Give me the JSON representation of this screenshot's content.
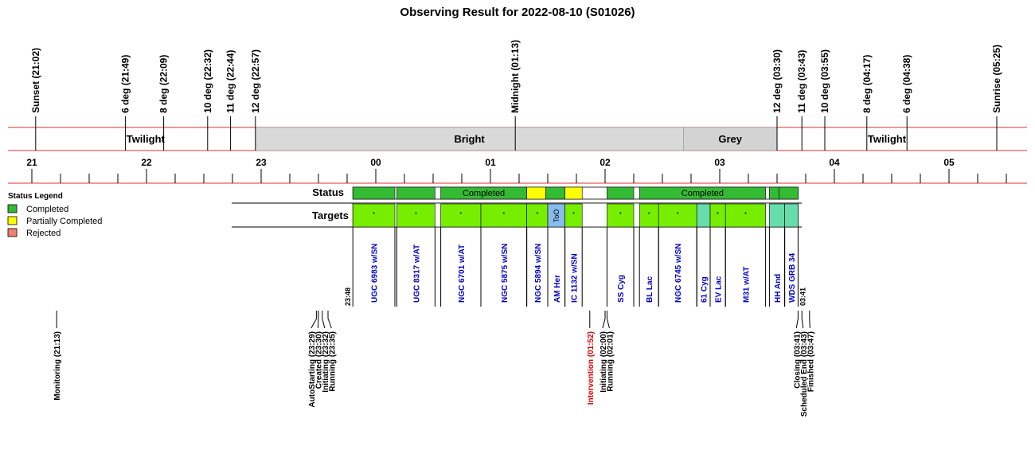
{
  "title": "Observing Result for 2022-08-10 (S01026)",
  "twilight_events": [
    {
      "label": "Sunset (21:02)",
      "t": "21:02"
    },
    {
      "label": "6 deg (21:49)",
      "t": "21:49"
    },
    {
      "label": "8 deg (22:09)",
      "t": "22:09"
    },
    {
      "label": "10 deg (22:32)",
      "t": "22:32"
    },
    {
      "label": "11 deg (22:44)",
      "t": "22:44"
    },
    {
      "label": "12 deg (22:57)",
      "t": "22:57"
    },
    {
      "label": "Midnight (01:13)",
      "t": "01:13"
    },
    {
      "label": "12 deg (03:30)",
      "t": "03:30"
    },
    {
      "label": "11 deg (03:43)",
      "t": "03:43"
    },
    {
      "label": "10 deg (03:55)",
      "t": "03:55"
    },
    {
      "label": "8 deg (04:17)",
      "t": "04:17"
    },
    {
      "label": "6 deg (04:38)",
      "t": "04:38"
    },
    {
      "label": "Sunrise (05:25)",
      "t": "05:25"
    }
  ],
  "phases": [
    {
      "label": "Twilight",
      "start": "21:02",
      "end": "22:57",
      "fill": "#ffffff"
    },
    {
      "label": "Bright",
      "start": "22:57",
      "end": "02:41",
      "fill": "#d9d9d9"
    },
    {
      "label": "Grey",
      "start": "02:41",
      "end": "03:30",
      "fill": "#d3d3d3"
    },
    {
      "label": "Twilight",
      "start": "03:30",
      "end": "05:25",
      "fill": "#ffffff"
    }
  ],
  "hour_labels": [
    "21",
    "22",
    "23",
    "00",
    "01",
    "02",
    "03",
    "04",
    "05"
  ],
  "legend": {
    "title": "Status Legend",
    "items": [
      {
        "label": "Completed",
        "color": "#33bb33"
      },
      {
        "label": "Partially Completed",
        "color": "#ffff00"
      },
      {
        "label": "Rejected",
        "color": "#f08070"
      }
    ]
  },
  "row_labels": {
    "status": "Status",
    "targets": "Targets"
  },
  "status_segments": [
    {
      "start": "23:48",
      "end": "00:10",
      "color": "#33bb33",
      "label": ""
    },
    {
      "start": "00:11",
      "end": "00:31",
      "color": "#33bb33",
      "label": ""
    },
    {
      "start": "00:34",
      "end": "01:19",
      "color": "#33bb33",
      "label": "Completed"
    },
    {
      "start": "01:19",
      "end": "01:29",
      "color": "#ffff00",
      "label": ""
    },
    {
      "start": "01:29",
      "end": "01:39",
      "color": "#33bb33",
      "label": ""
    },
    {
      "start": "01:39",
      "end": "01:48",
      "color": "#ffff00",
      "label": ""
    },
    {
      "start": "02:01",
      "end": "02:15",
      "color": "#33bb33",
      "label": ""
    },
    {
      "start": "02:18",
      "end": "03:24",
      "color": "#33bb33",
      "label": "Completed"
    },
    {
      "start": "03:26",
      "end": "03:31",
      "color": "#33bb33",
      "label": ""
    },
    {
      "start": "03:31",
      "end": "03:41",
      "color": "#33bb33",
      "label": ""
    }
  ],
  "targets": [
    {
      "name": "UGC 6983 w/SN",
      "start": "23:48",
      "end": "00:10",
      "color": "#77ee00",
      "mark": "*"
    },
    {
      "name": "UGC 8317 w/AT",
      "start": "00:11",
      "end": "00:31",
      "color": "#77ee00",
      "mark": "*"
    },
    {
      "name": "NGC 6701 w/AT",
      "start": "00:34",
      "end": "00:55",
      "color": "#77ee00",
      "mark": "*"
    },
    {
      "name": "NGC 5875 w/SN",
      "start": "00:55",
      "end": "01:19",
      "color": "#77ee00",
      "mark": "*"
    },
    {
      "name": "NGC 5894 w/SN",
      "start": "01:19",
      "end": "01:30",
      "color": "#77ee00",
      "mark": "*"
    },
    {
      "name": "AM Her",
      "start": "01:30",
      "end": "01:39",
      "color": "#88bbee",
      "mark": "ToO"
    },
    {
      "name": "IC 1132 w/SN",
      "start": "01:39",
      "end": "01:48",
      "color": "#77ee00",
      "mark": "*"
    },
    {
      "name": "SS Cyg",
      "start": "02:01",
      "end": "02:15",
      "color": "#77ee00",
      "mark": "*"
    },
    {
      "name": "BL Lac",
      "start": "02:18",
      "end": "02:28",
      "color": "#77ee00",
      "mark": "*"
    },
    {
      "name": "NGC 6745 w/SN",
      "start": "02:28",
      "end": "02:48",
      "color": "#77ee00",
      "mark": "*"
    },
    {
      "name": "61 Cyg",
      "start": "02:48",
      "end": "02:55",
      "color": "#66ddaa",
      "mark": ""
    },
    {
      "name": "EV Lac",
      "start": "02:55",
      "end": "03:03",
      "color": "#77ee00",
      "mark": "*"
    },
    {
      "name": "M31 w/AT",
      "start": "03:03",
      "end": "03:24",
      "color": "#77ee00",
      "mark": "*"
    },
    {
      "name": "HH And",
      "start": "03:26",
      "end": "03:34",
      "color": "#66ddaa",
      "mark": ""
    },
    {
      "name": "WDS GRB 34",
      "start": "03:34",
      "end": "03:41",
      "color": "#66ddaa",
      "mark": ""
    }
  ],
  "window_labels": {
    "start": "23:48",
    "end": "03:41"
  },
  "bottom_events": [
    {
      "label": "Monitoring (21:13)",
      "t": "21:13",
      "color": "#000000"
    },
    {
      "label": "AutoStarting (23:29)",
      "t": "23:29",
      "color": "#000000"
    },
    {
      "label": "Created (23:30)",
      "t": "23:30",
      "color": "#000000"
    },
    {
      "label": "Initiating (23:32)",
      "t": "23:32",
      "color": "#000000"
    },
    {
      "label": "Running (23:35)",
      "t": "23:35",
      "color": "#000000"
    },
    {
      "label": "Intervention (01:52)",
      "t": "01:52",
      "color": "#dd0000"
    },
    {
      "label": "Initiating (02:00)",
      "t": "02:00",
      "color": "#000000"
    },
    {
      "label": "Running (02:01)",
      "t": "02:01",
      "color": "#000000"
    },
    {
      "label": "Closing (03:41)",
      "t": "03:41",
      "color": "#000000"
    },
    {
      "label": "Scheduled End (03:43)",
      "t": "03:43",
      "color": "#000000"
    },
    {
      "label": "Finished (03:47)",
      "t": "03:47",
      "color": "#000000"
    }
  ]
}
